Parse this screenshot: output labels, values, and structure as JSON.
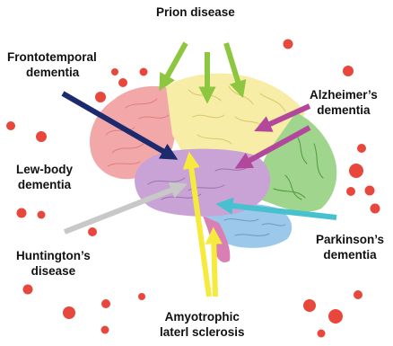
{
  "labels": {
    "prion": "Prion disease",
    "frontotemporal_1": "Frontotemporal",
    "frontotemporal_2": "dementia",
    "alzheimers_1": "Alzheimer’s",
    "alzheimers_2": "dementia",
    "lewy_1": "Lew-body",
    "lewy_2": "dementia",
    "huntingtons_1": "Huntington’s",
    "huntingtons_2": "disease",
    "parkinsons_1": "Parkinson’s",
    "parkinsons_2": "dementia",
    "als_1": "Amyotrophic",
    "als_2": "laterl sclerosis"
  },
  "colors": {
    "frontal_lobe": "#f2a8a8",
    "parietal_lobe": "#f7eda6",
    "occipital_lobe": "#9fd58c",
    "limbic_center": "#c9a3d6",
    "temporal_lobe": "#9cc8ea",
    "brainstem": "#d97fb5",
    "dots": "#e8473c",
    "arrow_prion": "#8dc63f",
    "arrow_frontotemporal": "#1d2a6e",
    "arrow_alzheimers": "#b2479b",
    "arrow_lewy": "#c8c8c8",
    "arrow_parkinsons": "#47c0cf",
    "arrow_als": "#f7ea3f"
  }
}
